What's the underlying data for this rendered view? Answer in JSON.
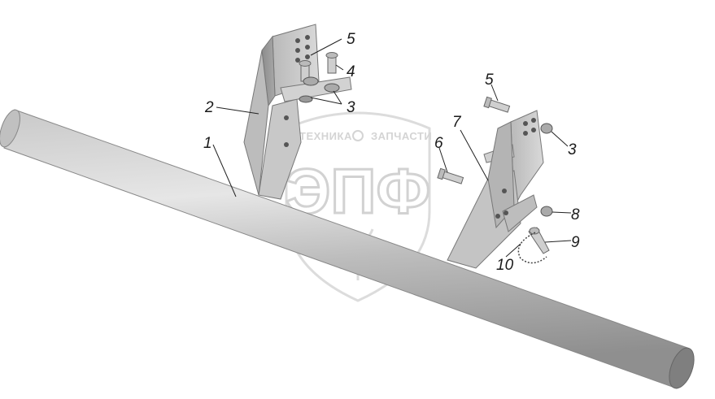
{
  "watermark": {
    "left_text": "ТЕХНИКА",
    "right_text": "ЗАПЧАСТИ",
    "big_text": "ЭПФ"
  },
  "callouts": [
    {
      "id": "c1",
      "text": "1"
    },
    {
      "id": "c2",
      "text": "2"
    },
    {
      "id": "c3a",
      "text": "3"
    },
    {
      "id": "c4",
      "text": "4"
    },
    {
      "id": "c5a",
      "text": "5"
    },
    {
      "id": "c5b",
      "text": "5"
    },
    {
      "id": "c3b",
      "text": "3"
    },
    {
      "id": "c6",
      "text": "6"
    },
    {
      "id": "c7",
      "text": "7"
    },
    {
      "id": "c8",
      "text": "8"
    },
    {
      "id": "c9",
      "text": "9"
    },
    {
      "id": "c10",
      "text": "10"
    }
  ]
}
